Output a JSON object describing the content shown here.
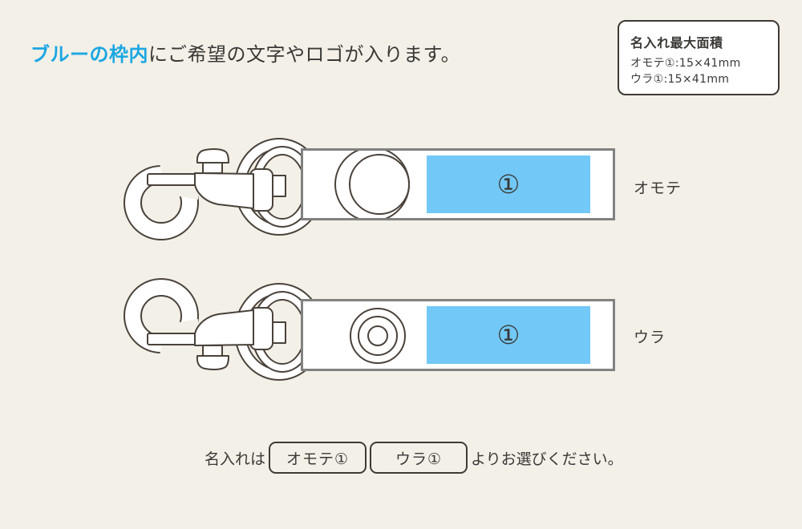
{
  "heading": {
    "highlight": "ブルーの枠内",
    "rest": "にご希望の文字やロゴが入ります。",
    "highlight_color": "#1ba7e2"
  },
  "info_box": {
    "title": "名入れ最大面積",
    "lines": [
      "オモテ①:15×41mm",
      "ウラ①:15×41mm"
    ]
  },
  "figures": [
    {
      "side_label": "オモテ",
      "area_number": "①"
    },
    {
      "side_label": "ウラ",
      "area_number": "①"
    }
  ],
  "footer": {
    "prefix": "名入れは",
    "options": [
      "オモテ①",
      "ウラ①"
    ],
    "suffix": "よりお選びください。"
  },
  "colors": {
    "background": "#f3f0e8",
    "print_area_blue": "#72c8f7",
    "highlight_blue": "#1ba7e2",
    "outline_dark": "#4a423a",
    "strap_border_gray": "#818181"
  }
}
